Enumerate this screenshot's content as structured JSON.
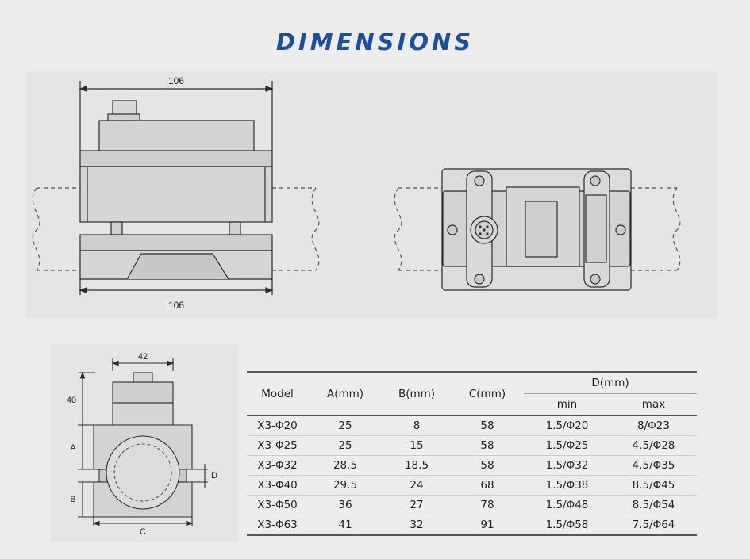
{
  "title": "DIMENSIONS",
  "front_view": {
    "top_dim": "106",
    "bottom_dim": "106"
  },
  "side_view": {
    "width_dim": "42",
    "height_dim": "40",
    "label_a": "A",
    "label_b": "B",
    "label_c": "C",
    "label_d": "D"
  },
  "table": {
    "headers": {
      "model": "Model",
      "a": "A(mm)",
      "b": "B(mm)",
      "c": "C(mm)",
      "d": "D(mm)",
      "d_min": "min",
      "d_max": "max"
    },
    "rows": [
      {
        "model": "X3-Φ20",
        "a": "25",
        "b": "8",
        "c": "58",
        "min": "1.5/Φ20",
        "max": "8/Φ23"
      },
      {
        "model": "X3-Φ25",
        "a": "25",
        "b": "15",
        "c": "58",
        "min": "1.5/Φ25",
        "max": "4.5/Φ28"
      },
      {
        "model": "X3-Φ32",
        "a": "28.5",
        "b": "18.5",
        "c": "58",
        "min": "1.5/Φ32",
        "max": "4.5/Φ35"
      },
      {
        "model": "X3-Φ40",
        "a": "29.5",
        "b": "24",
        "c": "68",
        "min": "1.5/Φ38",
        "max": "8.5/Φ45"
      },
      {
        "model": "X3-Φ50",
        "a": "36",
        "b": "27",
        "c": "78",
        "min": "1.5/Φ48",
        "max": "8.5/Φ54"
      },
      {
        "model": "X3-Φ63",
        "a": "41",
        "b": "32",
        "c": "91",
        "min": "1.5/Φ58",
        "max": "7.5/Φ64"
      }
    ]
  }
}
